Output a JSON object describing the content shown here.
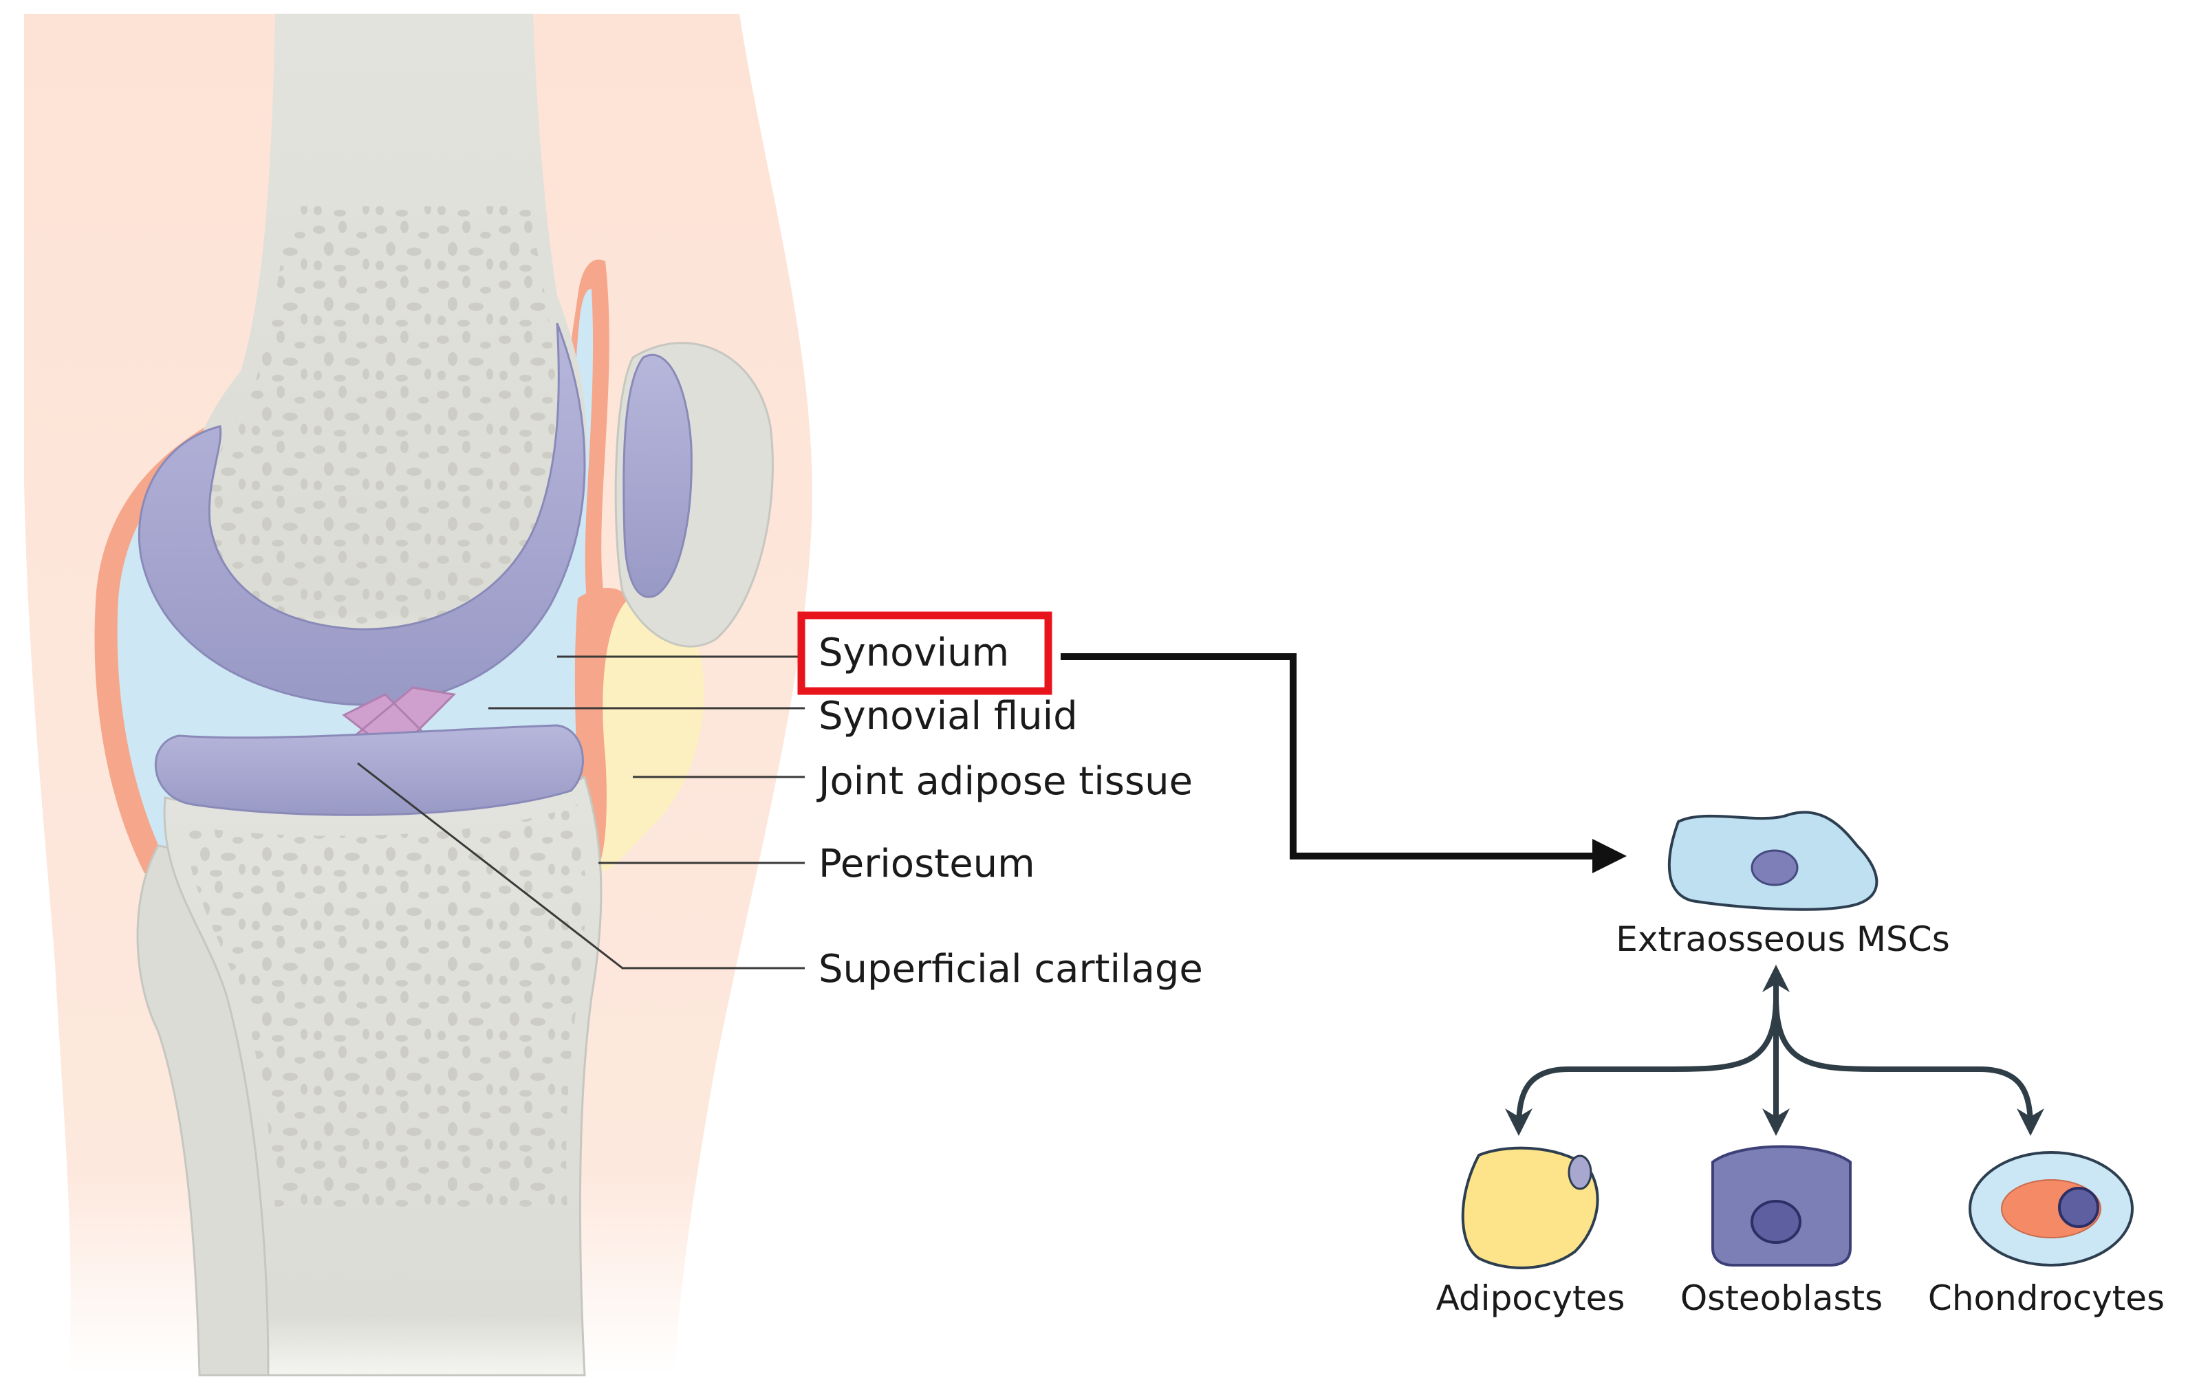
{
  "knee_labels": {
    "synovium": "Synovium",
    "synovial_fluid": "Synovial fluid",
    "joint_adipose_tissue": "Joint adipose tissue",
    "periosteum": "Periosteum",
    "superficial_cartilage": "Superficial cartilage"
  },
  "highlight_color": "#e8141c",
  "msc": {
    "label": "Extraosseous MSCs",
    "cell_color": "#bfe0f1",
    "nucleus_color": "#7e7fb8"
  },
  "lineages": [
    {
      "label": "Adipocytes",
      "color": "#fde48a"
    },
    {
      "label": "Osteoblasts",
      "color": "#7b7fb5"
    },
    {
      "label": "Chondrocytes",
      "color": "#f58a66"
    }
  ],
  "colors": {
    "skin": "#fde3d6",
    "bone": "#deded9",
    "cartilage": "#a9a9d0",
    "synovial_fluid": "#cde7f5",
    "synovium": "#f6a68a",
    "ligament": "#cfa0cd",
    "fat_pad": "#fdf0c0",
    "arrow_dark": "#2f3d46"
  }
}
